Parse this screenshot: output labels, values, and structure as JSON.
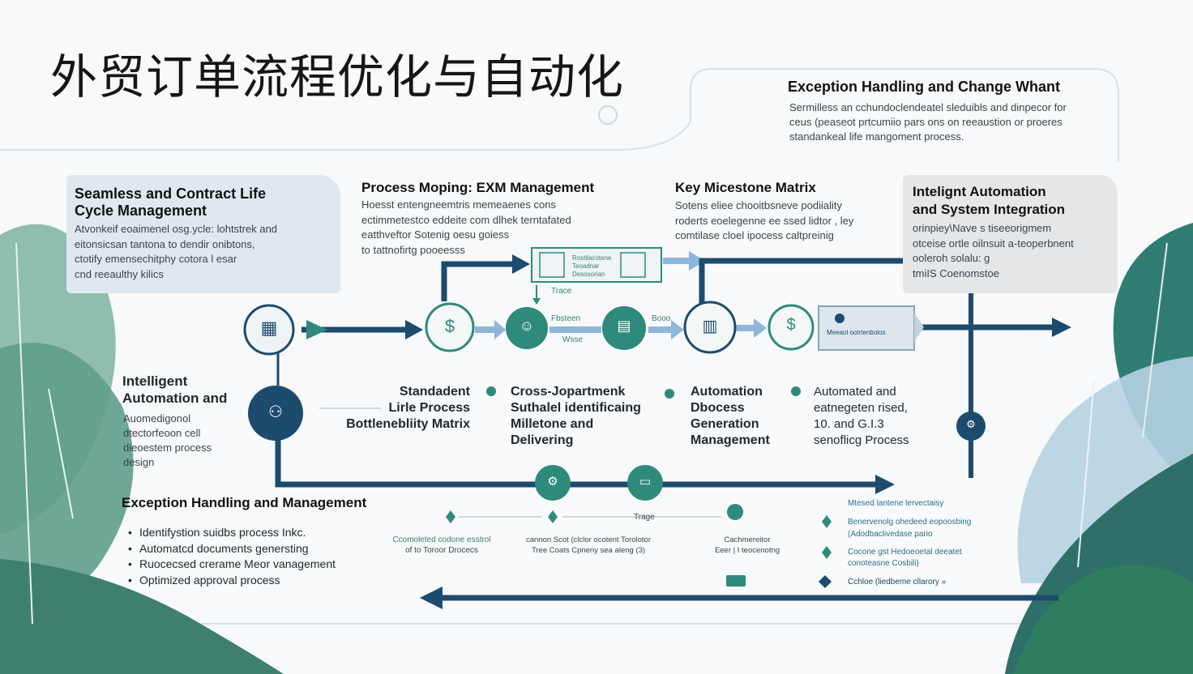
{
  "title": "外贸订单流程优化与自动化",
  "colors": {
    "navy": "#1d4b6e",
    "teal": "#2f8a7b",
    "light_blue": "#8eb6d8",
    "panel_blue": "#dde7ee",
    "panel_gray": "#e6e8ea"
  },
  "top_right": {
    "heading": "Exception Handling and Change Whant",
    "lines": [
      "Sermilless an cchundoclendeatel sleduibls and dinpecor for",
      "ceus (peaseot prtcumiio pars ons on reeaustion or proeres",
      "standankeal life mangoment process."
    ]
  },
  "panel_left": {
    "heading_1": "Seamless and Contract Life",
    "heading_2": "Cycle Management",
    "lines": [
      "Atvonkeif eoaimenel osg.ycle: lohtstrek and",
      "eitonsicsan tantona to dendir onibtons,",
      "ctotify emensechitphy cotora l esar",
      "cnd reeaulthy kilics"
    ]
  },
  "panel_mid": {
    "heading": "Process Moping: EXM Management",
    "lines": [
      "Hoesst entengneemtris memeaenes cons",
      "ectimmetestco eddeite com dlhek terntafated",
      "eatthveftor Sotenig oesu goiess",
      "to tattnofirtg pooeesss"
    ]
  },
  "panel_key": {
    "heading": "Key Micestone Matrix",
    "lines": [
      "Sotens eliee chooitbsneve podiiality",
      "roderts eoelegenne ee ssed lidtor , ley",
      "comtilase cloel ipocess caltpreinig"
    ]
  },
  "panel_right": {
    "heading_1": "Intelignt Automation",
    "heading_2": "and System Integration",
    "lines": [
      "orinpiey\\Nave s tiseeorigmem",
      "otceise ortle oilnsuit a-teoperbnent",
      "ooleroh solalu: g",
      "tmiIS Coenomstoe"
    ]
  },
  "left_middle": {
    "heading_1": "Intelligent",
    "heading_2": "Automation and",
    "lines": [
      "Auomedigonol",
      "dtectorfeoon cell",
      "dieoestem process",
      "design"
    ]
  },
  "step_labels": [
    {
      "lines": [
        "Standadent",
        "Lirle Process",
        "Bottlenebliity Matrix"
      ]
    },
    {
      "lines": [
        "Cross-Jopartmenk",
        "Suthalel identificaing",
        "Milletone and",
        "Delivering"
      ]
    },
    {
      "lines": [
        "Automation",
        "Dbocess",
        "Generation",
        "Management"
      ]
    },
    {
      "lines": [
        "Automated and",
        "eatnegeten rised,",
        "10. and G.I.3",
        "senoflicg Process"
      ]
    }
  ],
  "flow_bits": {
    "box_label_1": "Rostilacotene",
    "box_label_2": "Teoadnar",
    "box_label_3": "Desosorian",
    "trace": "Trace",
    "fbstem": "Fbsteen",
    "wsse": "Wsse",
    "ooo": "Booo",
    "strip_text": "Meeaol ootrtenbolos"
  },
  "exception": {
    "heading": "Exception Handling and Management",
    "items": [
      "Identifystion suidbs process Inkc.",
      "Automatcd documents genersting",
      "Ruocecsed crerame Meor vanagement",
      "Optimized approval process"
    ]
  },
  "bottom_notes": [
    {
      "lines": [
        "Ccomoleted codone esstrol",
        "of to Toroor Drocecs"
      ]
    },
    {
      "lines": [
        "Trage"
      ]
    },
    {
      "lines": [
        "cannon Scot (clclor ocotent Torolotor",
        "Tree Coats Cpneny sea aleng (3)"
      ]
    },
    {
      "lines": [
        "Cachmereitor",
        "Eeer | I teocenotng"
      ]
    }
  ],
  "right_notes": [
    "Mtesed lantene lervectaisy",
    "Benervenolg ohedeed eopoosbing",
    "(Adodbaclivedase pario",
    "Cocone gst Hedoeoetal deeatet",
    "conoteasne Cosbili)",
    "Cchloe (liedbeme cllarory »"
  ],
  "icons": [
    "server-icon",
    "dollar-leaf-icon",
    "person-icon",
    "document-stack-icon",
    "clipboard-icon",
    "dollar-sign-icon",
    "team-icon",
    "robot-icon",
    "dollar-hand-icon",
    "laptop-icon"
  ]
}
